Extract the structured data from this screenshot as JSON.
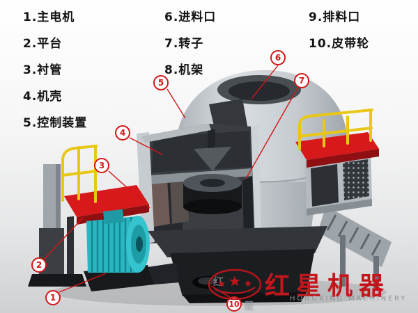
{
  "legend": {
    "column1": [
      {
        "text": "1.主电机"
      },
      {
        "text": "2.平台"
      },
      {
        "text": "3.衬管"
      },
      {
        "text": "4.机壳"
      },
      {
        "text": "5.控制装置"
      }
    ],
    "column2": [
      {
        "text": "6.进料口"
      },
      {
        "text": "7.转子"
      },
      {
        "text": "8.机架"
      }
    ],
    "column3": [
      {
        "text": "9.排料口"
      },
      {
        "text": "10.皮带轮"
      }
    ]
  },
  "callouts": {
    "n1": "1",
    "n2": "2",
    "n3": "3",
    "n4": "4",
    "n5": "5",
    "n6": "6",
    "n7": "7",
    "n10": "10"
  },
  "brand": {
    "name_cn": "红星机器",
    "name_en": "HONGXING MACHINERY",
    "star_glyph": "★",
    "watermark_1": "红",
    "watermark_2": "星",
    "accent_red": "#c3161c"
  },
  "colors": {
    "callout_red": "#d21717",
    "platform_red": "#d8191c",
    "railing_yellow": "#e9c716",
    "motor_teal": "#29b6c0"
  }
}
